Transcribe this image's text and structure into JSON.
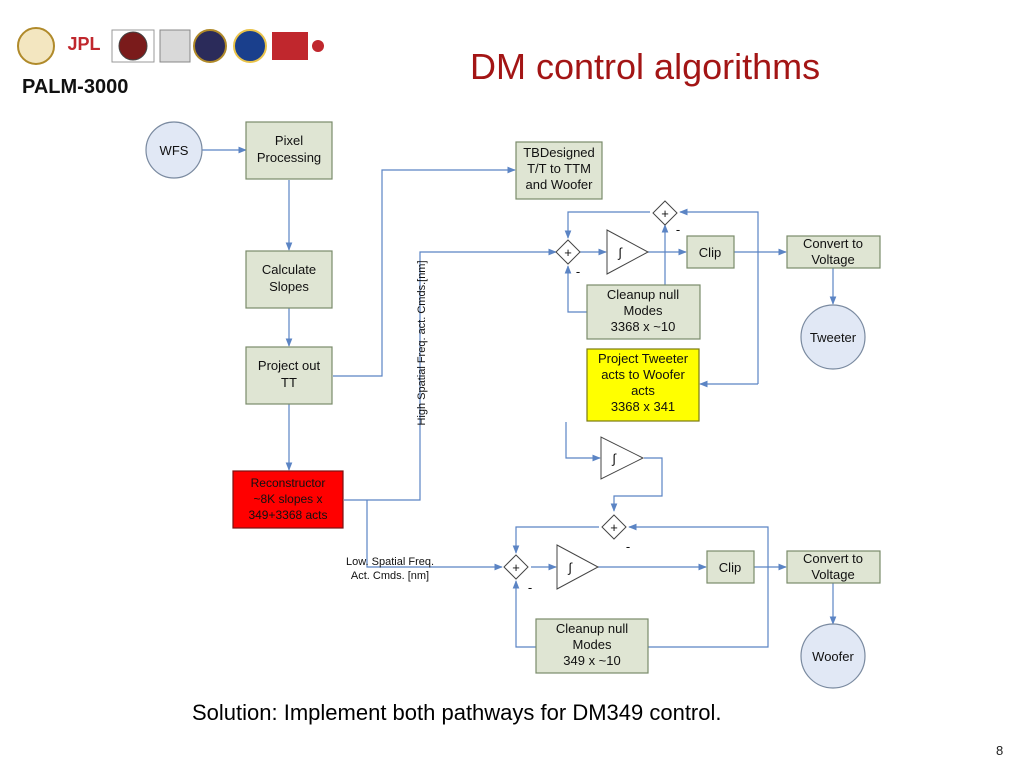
{
  "slide": {
    "title": "DM control algorithms",
    "subtitle": "PALM-3000",
    "footer": "Solution: Implement both pathways for DM349 control.",
    "page_number": "8"
  },
  "logos": {
    "jpl_text": "JPL"
  },
  "nodes": {
    "wfs": "WFS",
    "pixel": [
      "Pixel",
      "Processing"
    ],
    "slopes": [
      "Calculate",
      "Slopes"
    ],
    "project_tt": [
      "Project out",
      "TT"
    ],
    "reconstructor": [
      "Reconstructor",
      "~8K slopes x",
      "349+3368 acts"
    ],
    "tbdesigned": [
      "TBDesigned",
      "T/T to TTM",
      "and Woofer"
    ],
    "clip_top": "Clip",
    "convert_top": [
      "Convert to",
      "Voltage"
    ],
    "tweeter": "Tweeter",
    "cleanup_top": [
      "Cleanup null",
      "Modes",
      "3368 x ~10"
    ],
    "project_tweeter": [
      "Project Tweeter",
      "acts to Woofer",
      "acts",
      "3368 x 341"
    ],
    "clip_bottom": "Clip",
    "convert_bottom": [
      "Convert to",
      "Voltage"
    ],
    "woofer": "Woofer",
    "cleanup_bottom": [
      "Cleanup null",
      "Modes",
      "349 x ~10"
    ]
  },
  "symbols": {
    "plus": "+",
    "minus": "-",
    "integrator": "∫"
  },
  "labels": {
    "high_freq": "High Spatial Freq. act. Cmds.[nm]",
    "low_freq": [
      "Low. Spatial Freq.",
      "Act. Cmds. [nm]"
    ]
  },
  "colors": {
    "title": "#a31515",
    "box_fill": "#dfe5d3",
    "reconstructor_fill": "#ff0000",
    "project_tweeter_fill": "#ffff00",
    "circle_fill": "#e1e8f5",
    "wire": "#5b84c4"
  }
}
